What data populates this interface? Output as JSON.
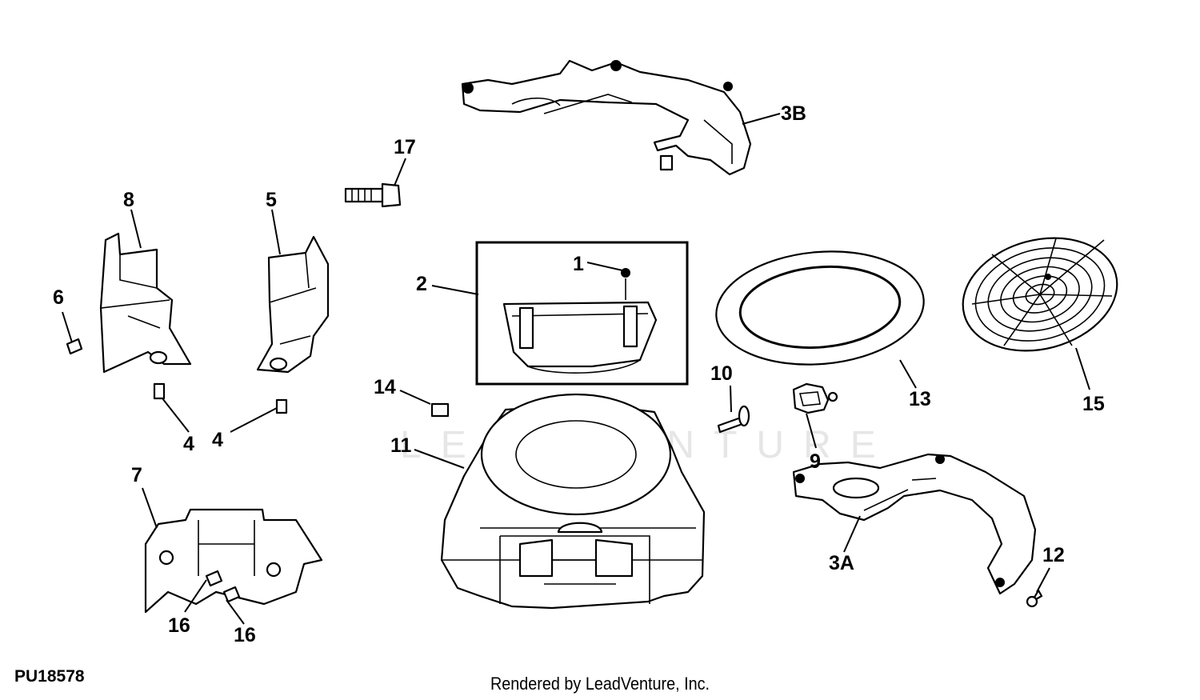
{
  "figure_id": "PU18578",
  "credit": "Rendered by LeadVenture, Inc.",
  "watermark": "LEADVENTURE",
  "callouts": {
    "c1": "1",
    "c2": "2",
    "c3a": "3A",
    "c3b": "3B",
    "c4a": "4",
    "c4b": "4",
    "c5": "5",
    "c6": "6",
    "c7": "7",
    "c8": "8",
    "c9": "9",
    "c10": "10",
    "c11": "11",
    "c12": "12",
    "c13": "13",
    "c14": "14",
    "c15": "15",
    "c16a": "16",
    "c16b": "16",
    "c17": "17"
  }
}
